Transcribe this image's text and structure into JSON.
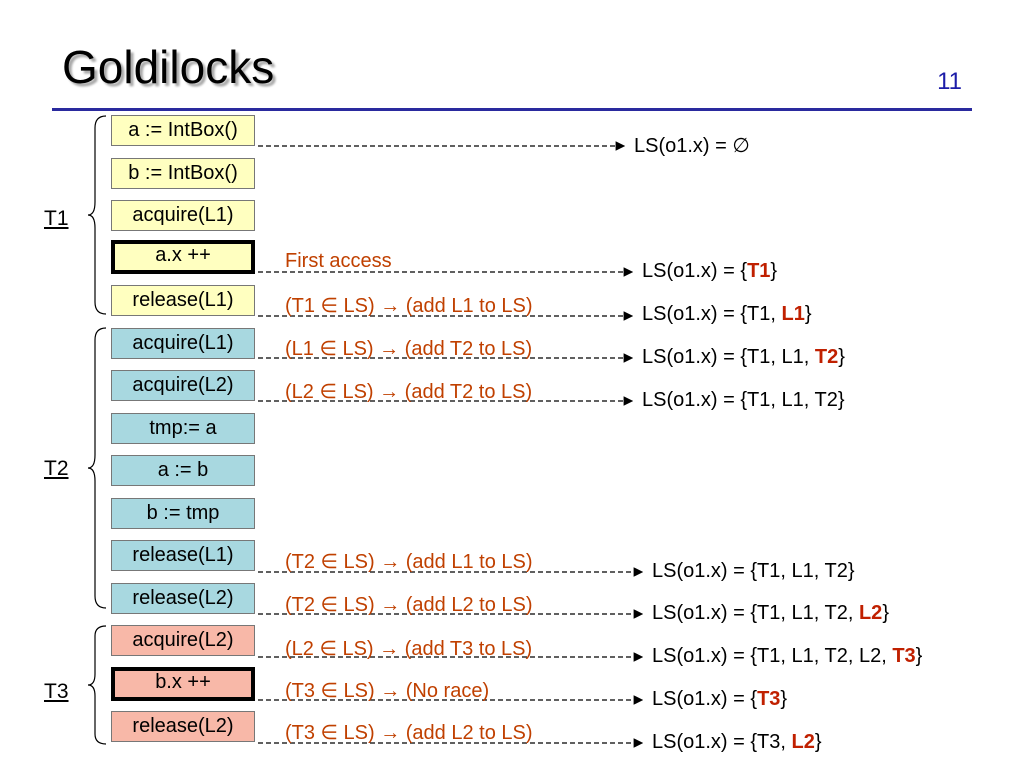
{
  "slide": {
    "title": "Goldilocks",
    "page": "11"
  },
  "threads": [
    "T1",
    "T2",
    "T3"
  ],
  "boxes": [
    {
      "label": "a := IntBox()"
    },
    {
      "label": "b := IntBox()"
    },
    {
      "label": "acquire(L1)"
    },
    {
      "label": "a.x ++"
    },
    {
      "label": "release(L1)"
    },
    {
      "label": "acquire(L1)"
    },
    {
      "label": "acquire(L2)"
    },
    {
      "label": "tmp:= a"
    },
    {
      "label": "a := b"
    },
    {
      "label": "b := tmp"
    },
    {
      "label": "release(L1)"
    },
    {
      "label": "release(L2)"
    },
    {
      "label": "acquire(L2)"
    },
    {
      "label": "b.x ++"
    },
    {
      "label": "release(L2)"
    }
  ],
  "notes": [
    "First access",
    "(T1 ∈ LS) → (add L1 to LS)",
    "(L1 ∈ LS) → (add T2 to LS)",
    "(L2 ∈ LS) → (add T2 to LS)",
    "(T2 ∈ LS) → (add L1 to LS)",
    "(T2 ∈ LS) → (add L2 to LS)",
    "(L2 ∈ LS) → (add T3 to LS)",
    "(T3 ∈ LS) → (No race)",
    "(T3 ∈ LS) → (add L2 to LS)"
  ],
  "lockset_states": [
    {
      "prefix": "LS(o1.x) = ∅",
      "highlight": "",
      "suffix": ""
    },
    {
      "prefix": "LS(o1.x) = {",
      "highlight": "T1",
      "suffix": "}"
    },
    {
      "prefix": "LS(o1.x) = {T1, ",
      "highlight": "L1",
      "suffix": "}"
    },
    {
      "prefix": "LS(o1.x) = {T1, L1, ",
      "highlight": "T2",
      "suffix": "}"
    },
    {
      "prefix": "LS(o1.x) = {T1, L1, T2}",
      "highlight": "",
      "suffix": ""
    },
    {
      "prefix": "LS(o1.x) = {T1, L1, T2}",
      "highlight": "",
      "suffix": ""
    },
    {
      "prefix": "LS(o1.x) = {T1, L1, T2, ",
      "highlight": "L2",
      "suffix": "}"
    },
    {
      "prefix": "LS(o1.x) = {T1, L1, T2, L2, ",
      "highlight": "T3",
      "suffix": "}"
    },
    {
      "prefix": "LS(o1.x) = {",
      "highlight": "T3",
      "suffix": "}"
    },
    {
      "prefix": "LS(o1.x) = {T3, ",
      "highlight": "L2",
      "suffix": "}"
    }
  ],
  "colors": {
    "title_rule": "#2a2a9e",
    "page_number": "#1c1ca8",
    "note_text": "#c04000",
    "highlight": "#c02000",
    "box_t1": "#ffffc0",
    "box_t2": "#a8d8e0",
    "box_t3": "#f8b8a8"
  }
}
